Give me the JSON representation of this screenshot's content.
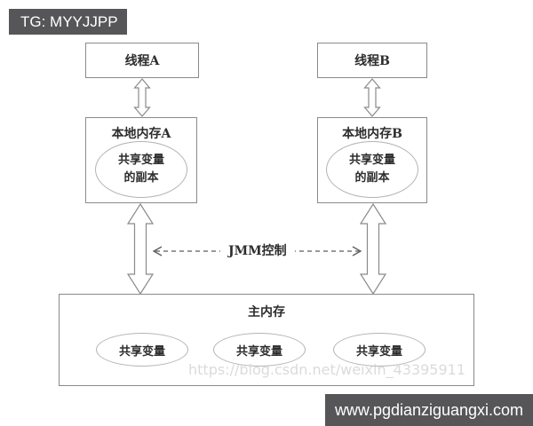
{
  "badges": {
    "telegram": "TG: MYYJJPP",
    "website": "www.pgdianziguangxi.com"
  },
  "diagram": {
    "thread_a": "线程A",
    "thread_b": "线程B",
    "local_memory_a": "本地内存A",
    "local_memory_b": "本地内存B",
    "shared_copy_line1": "共享变量",
    "shared_copy_line2": "的副本",
    "jmm_control": "JMM控制",
    "main_memory": "主内存",
    "shared_variable": "共享变量",
    "watermark": "https://blog.csdn.net/weixin_43395911"
  },
  "colors": {
    "badge_bg": "#565658",
    "box_border": "#8a8a8a",
    "ellipse_border": "#b3b3b3",
    "watermark_text": "#dbdbdb",
    "text": "#2d2d2d"
  }
}
